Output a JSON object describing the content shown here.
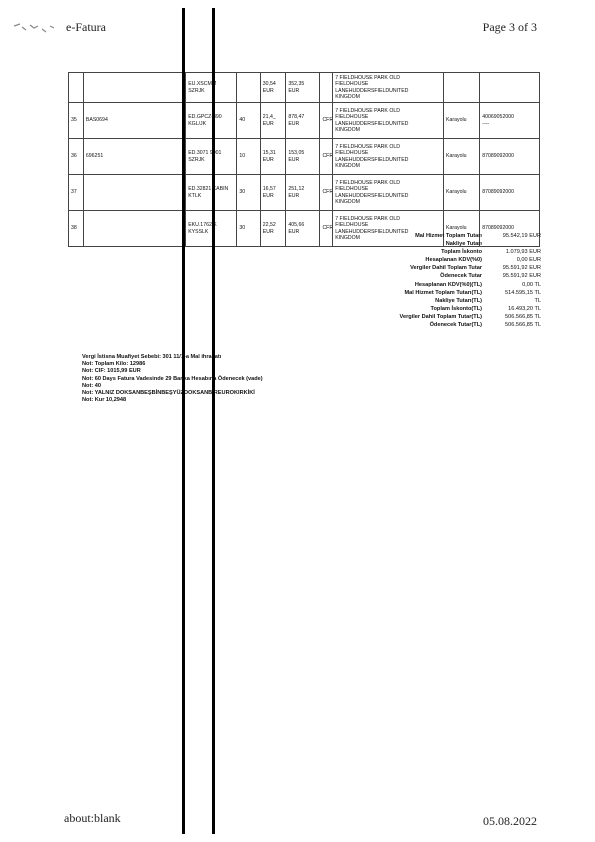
{
  "header": {
    "title": "e-Fatura",
    "page": "Page 3 of 3"
  },
  "footer": {
    "url": "about:blank",
    "date": "05.08.2022"
  },
  "rows": [
    {
      "no": "",
      "code": "",
      "name": "EU.XSCMM\nSZRJK",
      "qty": "",
      "price": "30,54\nEUR",
      "amount": "352,35\nEUR",
      "tax": "",
      "address": "7 FIELDHOUSE PARK OLD\nFIELDHOUSE\nLANEHUDDERSFIELDUNITED\nKINGDOM",
      "place": "",
      "gtip": ""
    },
    {
      "no": "35",
      "code": "BAS0694",
      "name": "ED.GPCZ-890\nKGL/JK",
      "qty": "40",
      "price": "21,4_\nEUR",
      "amount": "878,47\nEUR",
      "tax": "CFR",
      "address": "7 FIELDHOUSE PARK OLD\nFIELDHOUSE\nLANEHUDDERSFIELDUNITED\nKINGDOM",
      "place": "Karayolu",
      "gtip": "40069052000\n----"
    },
    {
      "no": "36",
      "code": "696251",
      "name": "ED.3071 9001\nSZRJK",
      "qty": "10",
      "price": "15,31\nEUR",
      "amount": "153,05\nEUR",
      "tax": "CFR",
      "address": "7 FIELDHOUSE PARK OLD\nFIELDHOUSE\nLANEHUDDERSFIELDUNITED\nKINGDOM",
      "place": "Karayolu",
      "gtip": "87089092000"
    },
    {
      "no": "37",
      "code": "",
      "name": "ED.32821 KABIN\nKTLK",
      "qty": "30",
      "price": "16,57\nEUR",
      "amount": "251,12\nEUR",
      "tax": "CFR",
      "address": "7 FIELDHOUSE PARK OLD\nFIELDHOUSE\nLANEHUDDERSFIELDUNITED\nKINGDOM",
      "place": "Karayolu",
      "gtip": "87089092000"
    },
    {
      "no": "38",
      "code": "",
      "name": "EKU.1762.K\nKYSSLK",
      "qty": "30",
      "price": "22,52\nEUR",
      "amount": "405,66\nEUR",
      "tax": "CFR",
      "address": "7 FIELDHOUSE PARK OLD\nFIELDHOUSE\nLANEHUDDERSFIELDUNITED\nKINGDOM",
      "place": "Karayolu",
      "gtip": "87089092000"
    }
  ],
  "totals": [
    {
      "label": "Mal Hizmet Toplam Tutarı",
      "value": "95.542,19 EUR"
    },
    {
      "label": "Nakliye Tutarı",
      "value": ""
    },
    {
      "label": "Toplam İskonto",
      "value": "1.079,93 EUR"
    },
    {
      "label": "Hesaplanan KDV(%0)",
      "value": "0,00 EUR"
    },
    {
      "label": "Vergiler Dahil Toplam Tutar",
      "value": "95.591,92 EUR"
    },
    {
      "label": "Ödenecek Tutar",
      "value": "95.591,92 EUR"
    },
    {
      "label": "Hesaplanan KDV(%0)(TL)",
      "value": "0,00 TL"
    },
    {
      "label": "Mal Hizmet Toplam Tutarı(TL)",
      "value": "514.595,15 TL"
    },
    {
      "label": "Nakliye Tutarı(TL)",
      "value": "TL"
    },
    {
      "label": "Toplam İskonto(TL)",
      "value": "16.493,20 TL"
    },
    {
      "label": "Vergiler Dahil Toplam Tutar(TL)",
      "value": "506.566,85 TL"
    },
    {
      "label": "Ödenecek Tutar(TL)",
      "value": "506.566,85 TL"
    }
  ],
  "notes": [
    "Vergi İstisna Muafiyet Sebebi: 301 11/1-a Mal ihracatı",
    "Not: Toplam Kilo: 12986",
    "Not: CIF: 1015,99 EUR",
    "Not: 60 Days Fatura Vadesinde 29 Banka Hesabına Ödenecek (vade)",
    "Not: 40",
    "Not: YALNIZ DOKSANBEŞBİNBEŞYÜZDOKSANBİREUROKIRKİKİ",
    "Not: Kur 10,2948"
  ]
}
